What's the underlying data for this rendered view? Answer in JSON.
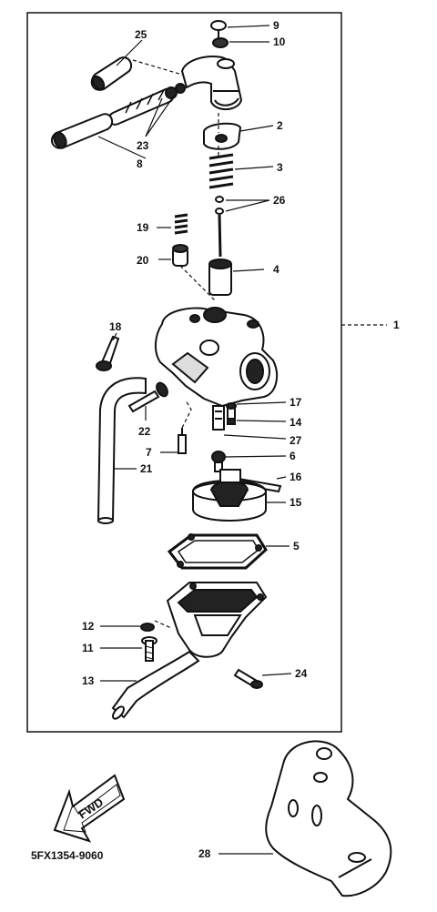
{
  "diagram": {
    "callouts": [
      {
        "id": "9",
        "text": "9"
      },
      {
        "id": "10",
        "text": "10"
      },
      {
        "id": "25",
        "text": "25"
      },
      {
        "id": "2",
        "text": "2"
      },
      {
        "id": "3",
        "text": "3"
      },
      {
        "id": "23",
        "text": "23"
      },
      {
        "id": "8",
        "text": "8"
      },
      {
        "id": "26",
        "text": "26"
      },
      {
        "id": "19",
        "text": "19"
      },
      {
        "id": "20",
        "text": "20"
      },
      {
        "id": "4",
        "text": "4"
      },
      {
        "id": "18",
        "text": "18"
      },
      {
        "id": "1",
        "text": "1"
      },
      {
        "id": "17",
        "text": "17"
      },
      {
        "id": "14",
        "text": "14"
      },
      {
        "id": "22",
        "text": "22"
      },
      {
        "id": "27",
        "text": "27"
      },
      {
        "id": "7",
        "text": "7"
      },
      {
        "id": "6",
        "text": "6"
      },
      {
        "id": "21",
        "text": "21"
      },
      {
        "id": "16",
        "text": "16"
      },
      {
        "id": "15",
        "text": "15"
      },
      {
        "id": "5",
        "text": "5"
      },
      {
        "id": "12",
        "text": "12"
      },
      {
        "id": "11",
        "text": "11"
      },
      {
        "id": "24",
        "text": "24"
      },
      {
        "id": "13",
        "text": "13"
      },
      {
        "id": "28",
        "text": "28"
      }
    ],
    "fwd_label": "FWD",
    "diagram_code": "5FX1354-9060"
  }
}
